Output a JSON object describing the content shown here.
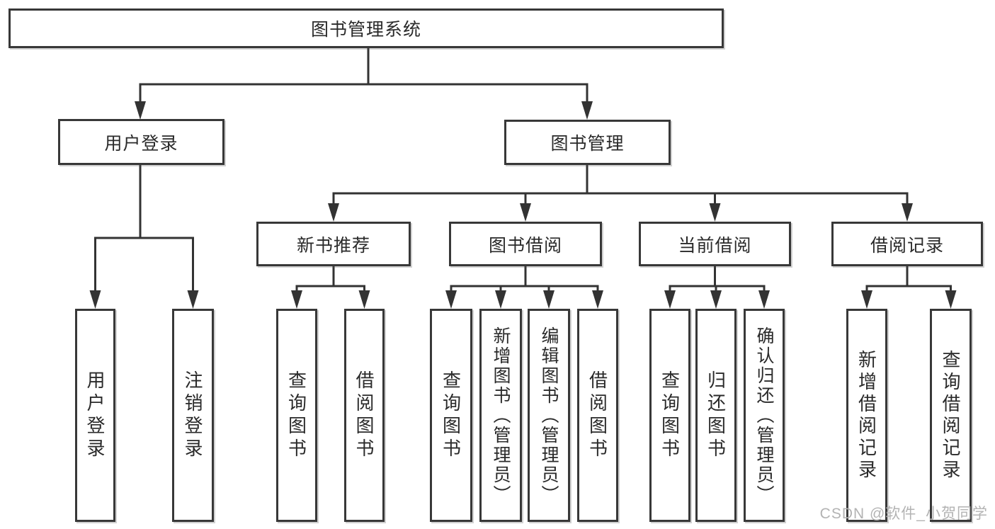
{
  "diagram": {
    "title": "图书管理系统",
    "root": {
      "label": "图书管理系统",
      "children": [
        {
          "label": "用户登录",
          "children": [
            {
              "label": "用户登录"
            },
            {
              "label": "注销登录"
            }
          ]
        },
        {
          "label": "图书管理",
          "children": [
            {
              "label": "新书推荐",
              "children": [
                {
                  "label": "查询图书"
                },
                {
                  "label": "借阅图书"
                }
              ]
            },
            {
              "label": "图书借阅",
              "children": [
                {
                  "label": "查询图书"
                },
                {
                  "label": "新增图书（管理员）"
                },
                {
                  "label": "编辑图书（管理员）"
                },
                {
                  "label": "借阅图书"
                }
              ]
            },
            {
              "label": "当前借阅",
              "children": [
                {
                  "label": "查询图书"
                },
                {
                  "label": "归还图书"
                },
                {
                  "label": "确认归还（管理员）"
                }
              ]
            },
            {
              "label": "借阅记录",
              "children": [
                {
                  "label": "新增借阅记录"
                },
                {
                  "label": "查询借阅记录"
                }
              ]
            }
          ]
        }
      ]
    }
  },
  "watermark": {
    "text": "CSDN @软件_小贺同学"
  },
  "colors": {
    "line": "#333333",
    "box_border": "#383838",
    "text": "#2a2a2a",
    "watermark": "#b3b3b3",
    "background": "#ffffff"
  }
}
